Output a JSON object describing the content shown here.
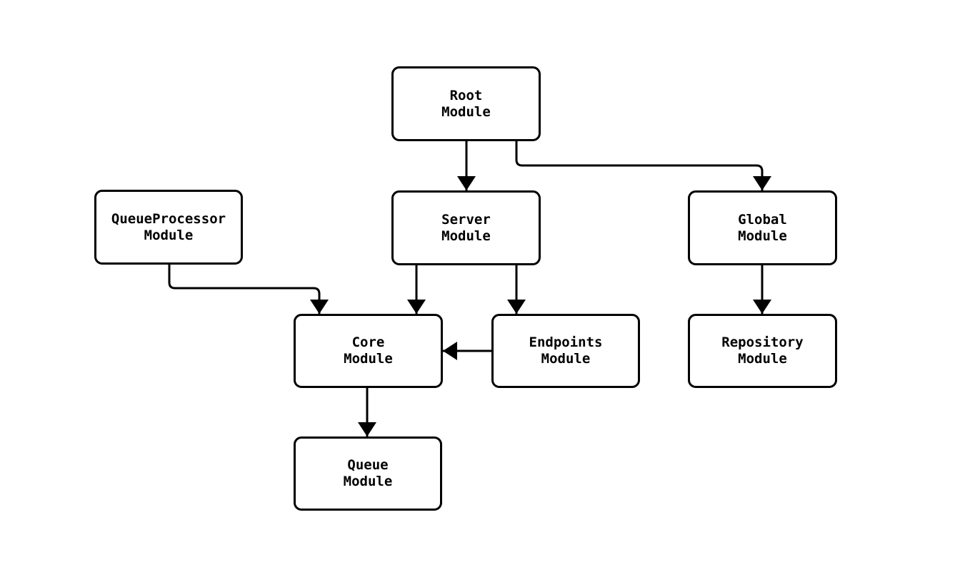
{
  "diagram": {
    "type": "module-dependency-graph",
    "background_color": "#ffffff",
    "stroke_color": "#000000",
    "nodes": [
      {
        "id": "root",
        "line1": "Root",
        "line2": "Module"
      },
      {
        "id": "server",
        "line1": "Server",
        "line2": "Module"
      },
      {
        "id": "global",
        "line1": "Global",
        "line2": "Module"
      },
      {
        "id": "queue-processor",
        "line1": "QueueProcessor",
        "line2": "Module"
      },
      {
        "id": "core",
        "line1": "Core",
        "line2": "Module"
      },
      {
        "id": "endpoints",
        "line1": "Endpoints",
        "line2": "Module"
      },
      {
        "id": "repository",
        "line1": "Repository",
        "line2": "Module"
      },
      {
        "id": "queue",
        "line1": "Queue",
        "line2": "Module"
      }
    ],
    "edges": [
      {
        "from": "Root Module",
        "to": "Server Module"
      },
      {
        "from": "Root Module",
        "to": "Global Module"
      },
      {
        "from": "Server Module",
        "to": "Core Module"
      },
      {
        "from": "Server Module",
        "to": "Endpoints Module"
      },
      {
        "from": "QueueProcessor Module",
        "to": "Core Module"
      },
      {
        "from": "Endpoints Module",
        "to": "Core Module"
      },
      {
        "from": "Global Module",
        "to": "Repository Module"
      },
      {
        "from": "Core Module",
        "to": "Queue Module"
      }
    ]
  }
}
